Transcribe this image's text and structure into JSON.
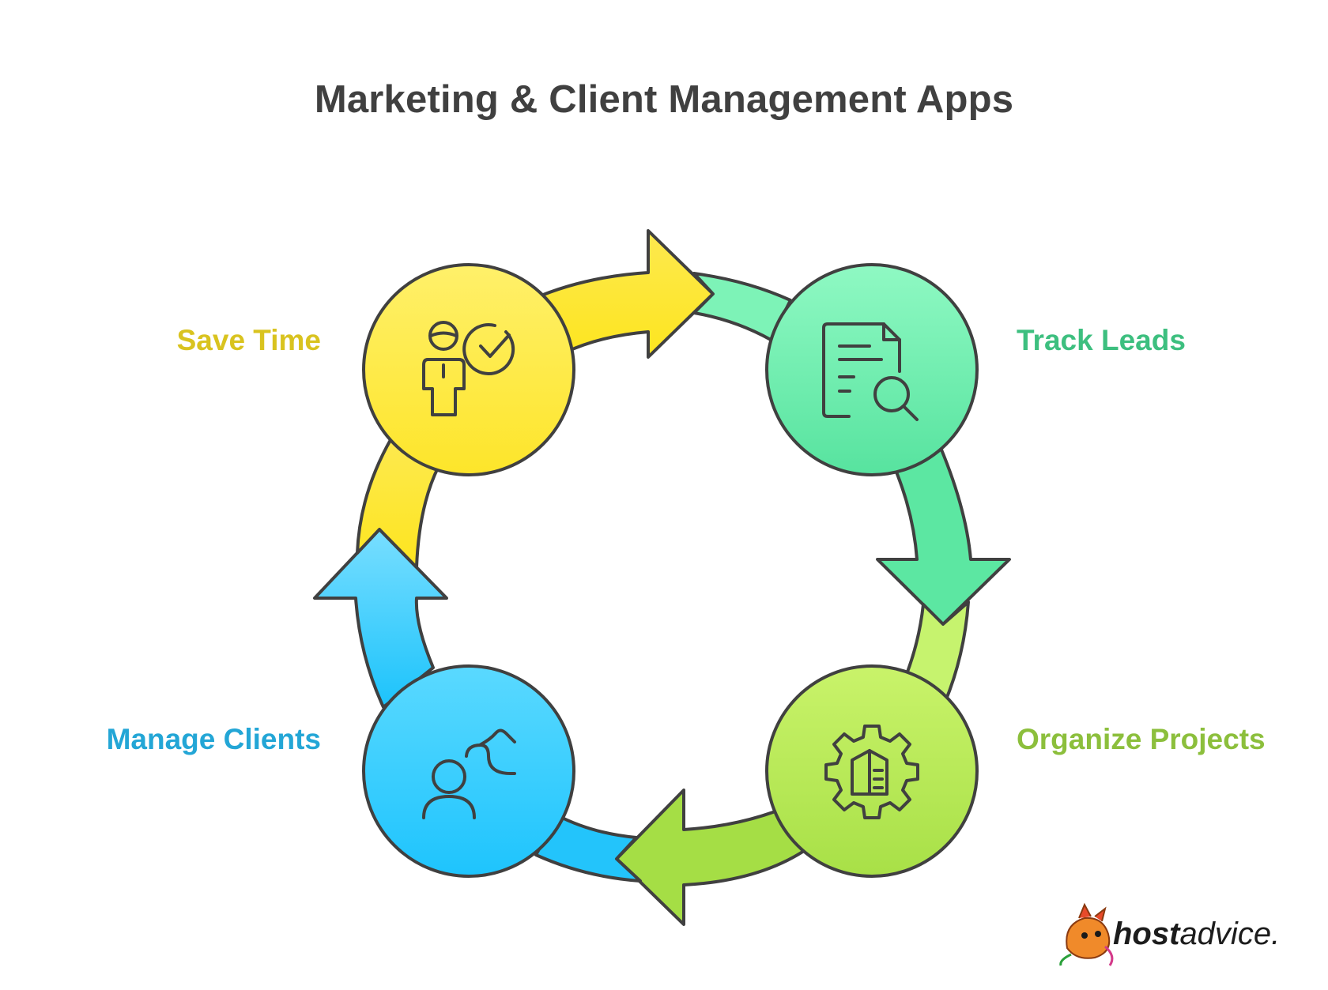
{
  "title": "Marketing & Client Management Apps",
  "steps": [
    {
      "label": "Save Time",
      "icon": "person-check-icon",
      "color": "#fde84a"
    },
    {
      "label": "Track Leads",
      "icon": "document-search-icon",
      "color": "#6fefb0"
    },
    {
      "label": "Organize Projects",
      "icon": "gear-document-icon",
      "color": "#b7ea5a"
    },
    {
      "label": "Manage Clients",
      "icon": "client-connection-icon",
      "color": "#3ccdfd"
    }
  ],
  "brand": {
    "bold": "host",
    "light": "advice."
  },
  "colors": {
    "yellow": "#fde84a",
    "green": "#6fefb0",
    "lime": "#b7ea5a",
    "blue": "#3ccdfd",
    "outline": "#404040"
  }
}
